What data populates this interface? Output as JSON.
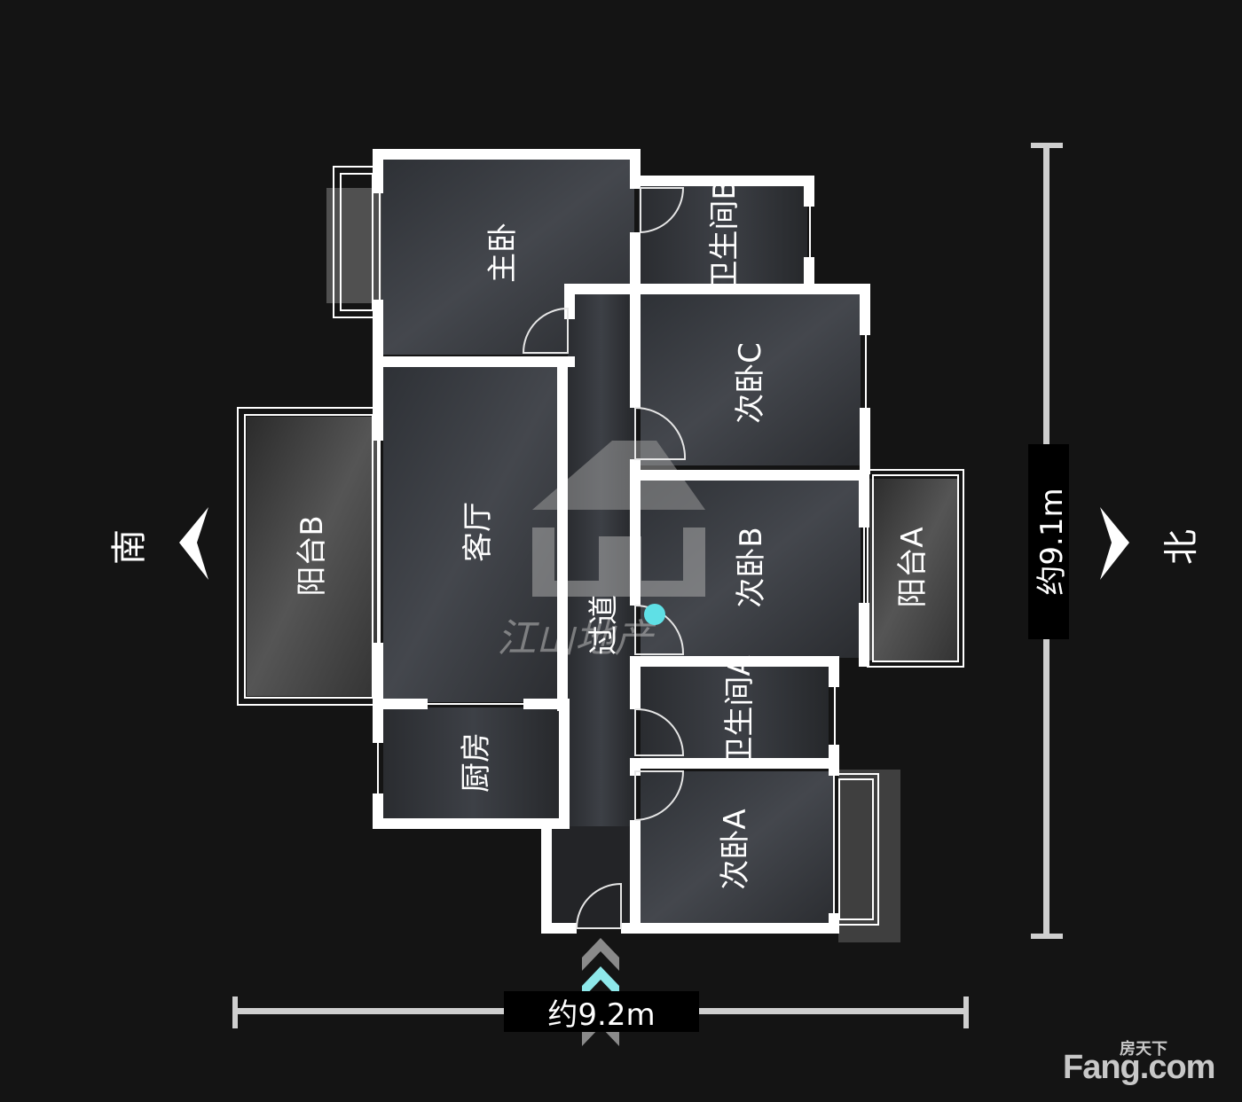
{
  "rooms": {
    "master_bedroom": "主卧",
    "bathroom_b": "卫生间B",
    "bedroom_c": "次卧C",
    "living_room": "客厅",
    "balcony_b": "阳台B",
    "bedroom_b": "次卧B",
    "balcony_a": "阳台A",
    "corridor": "过道",
    "bathroom_a": "卫生间A",
    "kitchen": "厨房",
    "bedroom_a": "次卧A"
  },
  "orientation": {
    "south": "南",
    "north": "北"
  },
  "dimensions": {
    "width": "约9.2m",
    "depth": "约9.1m"
  },
  "watermark": {
    "site_cn": "房天下",
    "site_en": "Fang.com",
    "agency": "江山地产"
  },
  "colors": {
    "background": "#141414",
    "wall": "#ffffff",
    "floor": "#3a3d42",
    "position_marker": "#5fe0e6"
  }
}
